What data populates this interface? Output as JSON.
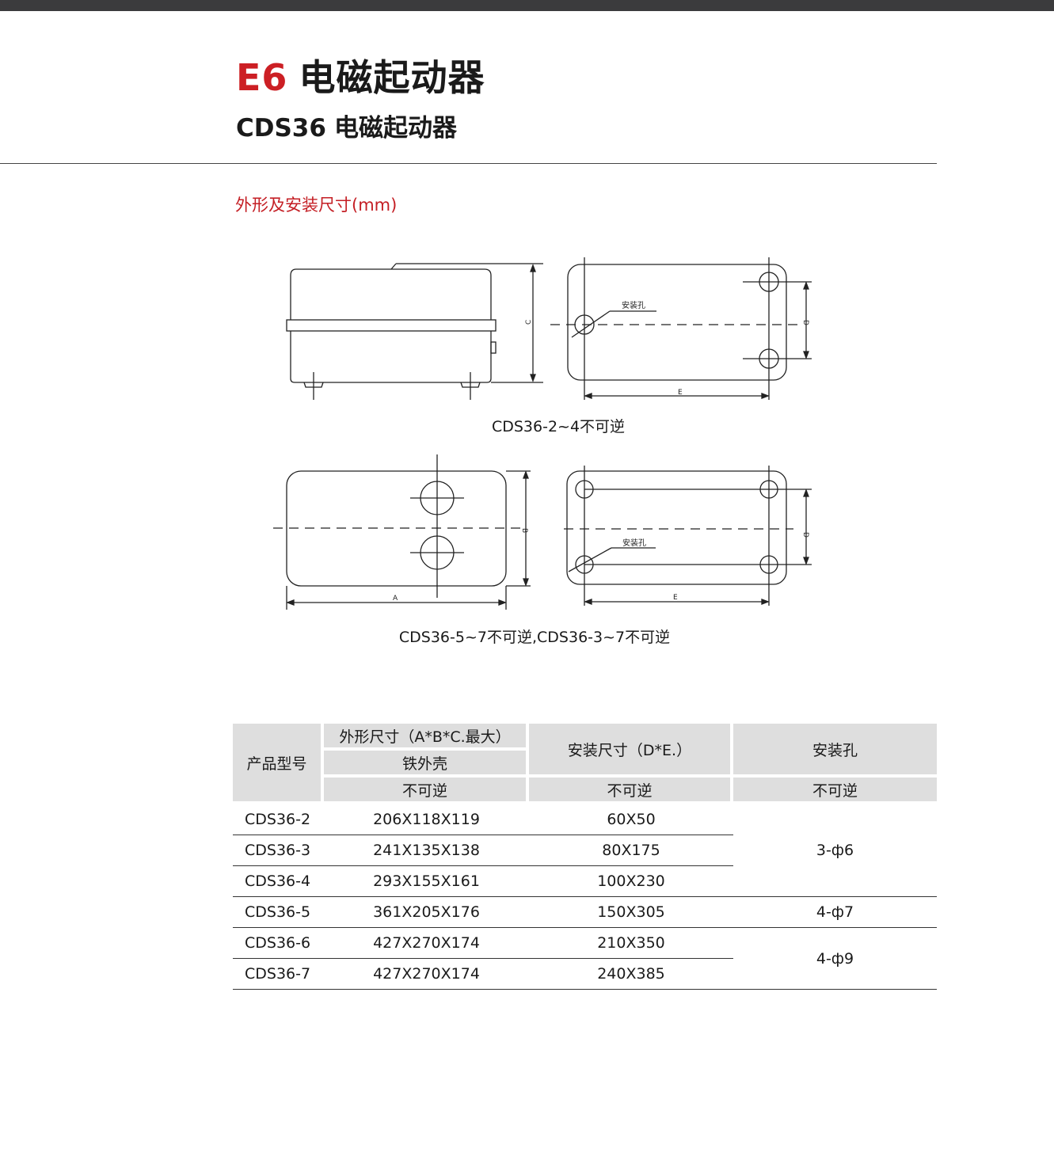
{
  "header": {
    "section_code": "E6",
    "section_title": "电磁起动器",
    "product_code": "CDS36",
    "product_title": "电磁起动器"
  },
  "section_heading": "外形及安装尺寸(mm)",
  "drawings": {
    "labels": {
      "mount_hole": "安装孔",
      "A": "A",
      "B": "B",
      "C": "C",
      "D": "D",
      "E": "E"
    },
    "caption_1": "CDS36-2~4不可逆",
    "caption_2": "CDS36-5~7不可逆,CDS36-3~7不可逆"
  },
  "table": {
    "headers": {
      "model": "产品型号",
      "outline": "外形尺寸（A*B*C.最大）",
      "housing": "铁外壳",
      "mounting": "安装尺寸（D*E.）",
      "hole": "安装孔",
      "nonrev_1": "不可逆",
      "nonrev_2": "不可逆",
      "nonrev_3": "不可逆"
    },
    "rows": [
      {
        "model": "CDS36-2",
        "outline": "206X118X119",
        "mounting": "60X50"
      },
      {
        "model": "CDS36-3",
        "outline": "241X135X138",
        "mounting": "80X175"
      },
      {
        "model": "CDS36-4",
        "outline": "293X155X161",
        "mounting": "100X230"
      },
      {
        "model": "CDS36-5",
        "outline": "361X205X176",
        "mounting": "150X305"
      },
      {
        "model": "CDS36-6",
        "outline": "427X270X174",
        "mounting": "210X350"
      },
      {
        "model": "CDS36-7",
        "outline": "427X270X174",
        "mounting": "240X385"
      }
    ],
    "holes": {
      "group_1": "3-ф6",
      "group_2": "4-ф7",
      "group_3": "4-ф9"
    }
  }
}
